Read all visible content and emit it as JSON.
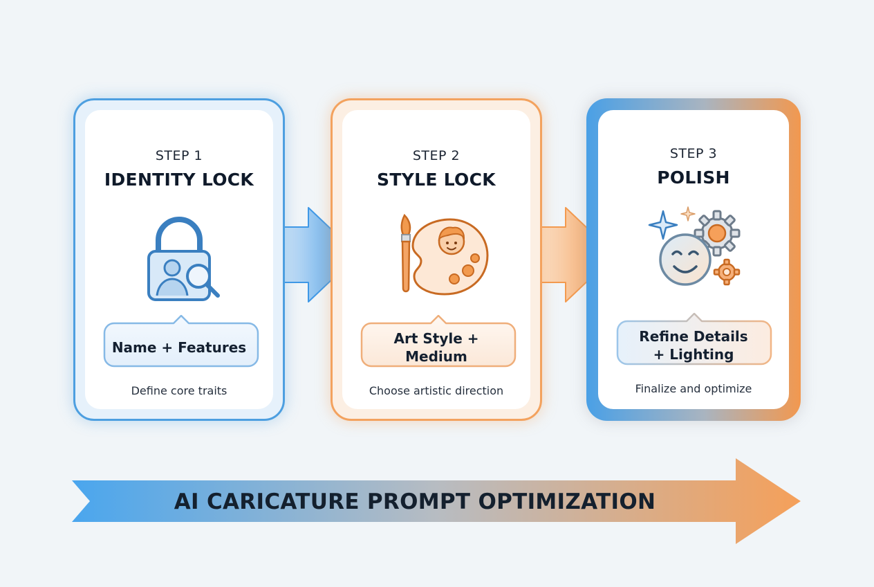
{
  "steps": [
    {
      "number": "STEP 1",
      "title": "IDENTITY LOCK",
      "bubble": "Name + Features",
      "description": "Define core traits",
      "icon": "padlock-with-person-and-magnifier-icon",
      "accent": "#4d9fe0"
    },
    {
      "number": "STEP 2",
      "title": "STYLE LOCK",
      "bubble": "Art Style +\nMedium",
      "description": "Choose artistic direction",
      "icon": "paintbrush-and-palette-icon",
      "accent": "#f3a25e"
    },
    {
      "number": "STEP 3",
      "title": "POLISH",
      "bubble": "Refine Details\n+ Lighting",
      "description": "Finalize and optimize",
      "icon": "smiley-with-gears-and-sparkles-icon",
      "accent": "#a9b4c0"
    }
  ],
  "banner": {
    "label": "AI CARICATURE PROMPT OPTIMIZATION",
    "gradient_start": "#4aa6ee",
    "gradient_end": "#f5a05a"
  },
  "colors": {
    "blue": "#4d9fe0",
    "orange": "#f3a25e",
    "background": "#f1f5f8"
  }
}
